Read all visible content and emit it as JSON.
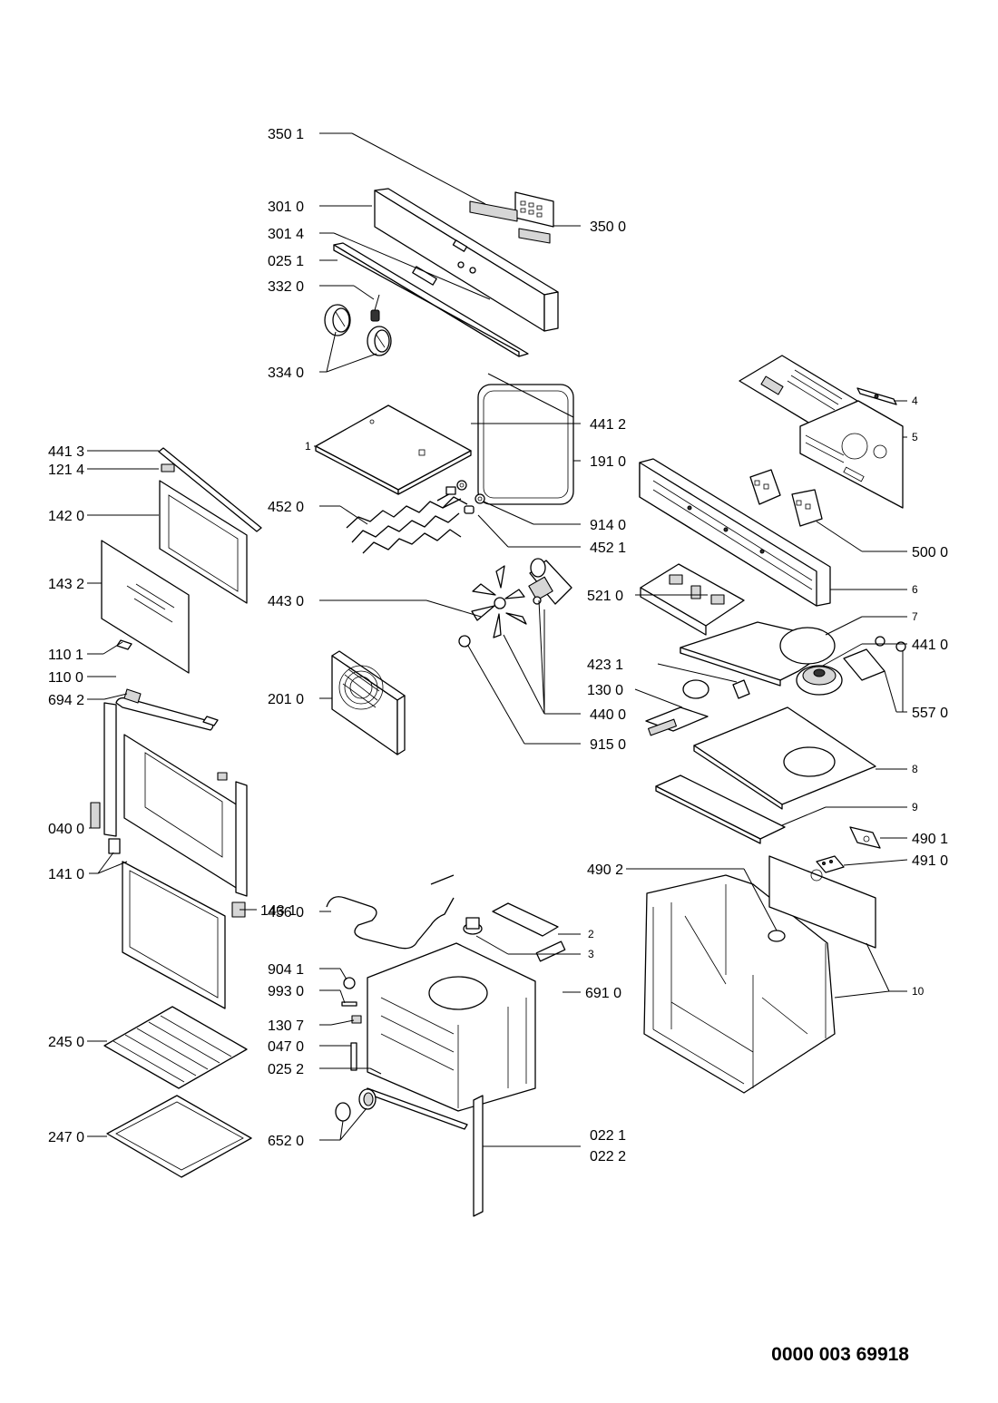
{
  "document_number": "0000 003 69918",
  "callouts": {
    "c3501": "350 1",
    "c3010": "301 0",
    "c3500": "350 0",
    "c3014": "301 4",
    "c0251": "025 1",
    "c3320": "332 0",
    "c3340": "334 0",
    "c4412": "441 2",
    "c1": "1",
    "c4": "4",
    "c5": "5",
    "c4413": "441 3",
    "c1214": "121 4",
    "c1910": "191 0",
    "c4520": "452 0",
    "c1420": "142 0",
    "c9140": "914 0",
    "c4521": "452 1",
    "c5000": "500 0",
    "c1432": "143 2",
    "c4430": "443 0",
    "c5210": "521 0",
    "c6": "6",
    "c7": "7",
    "c1101": "110 1",
    "c4231": "423 1",
    "c4410": "441 0",
    "c1100": "110 0",
    "c6942": "694 2",
    "c2010": "201 0",
    "c1300": "130 0",
    "c4400": "440 0",
    "c5570": "557 0",
    "c9150": "915 0",
    "c8": "8",
    "c9": "9",
    "c0400": "040 0",
    "c4901": "490 1",
    "c1410": "141 0",
    "c4902": "490 2",
    "c4910": "491 0",
    "c4560": "456 0",
    "c2": "2",
    "c1431": "143 1",
    "c3": "3",
    "c9041": "904 1",
    "c6910": "691 0",
    "c9930": "993 0",
    "c10": "10",
    "c1307": "130 7",
    "c2450": "245 0",
    "c0470": "047 0",
    "c0252": "025 2",
    "c2470": "247 0",
    "c6520": "652 0",
    "c0221": "022 1",
    "c0222": "022 2"
  }
}
